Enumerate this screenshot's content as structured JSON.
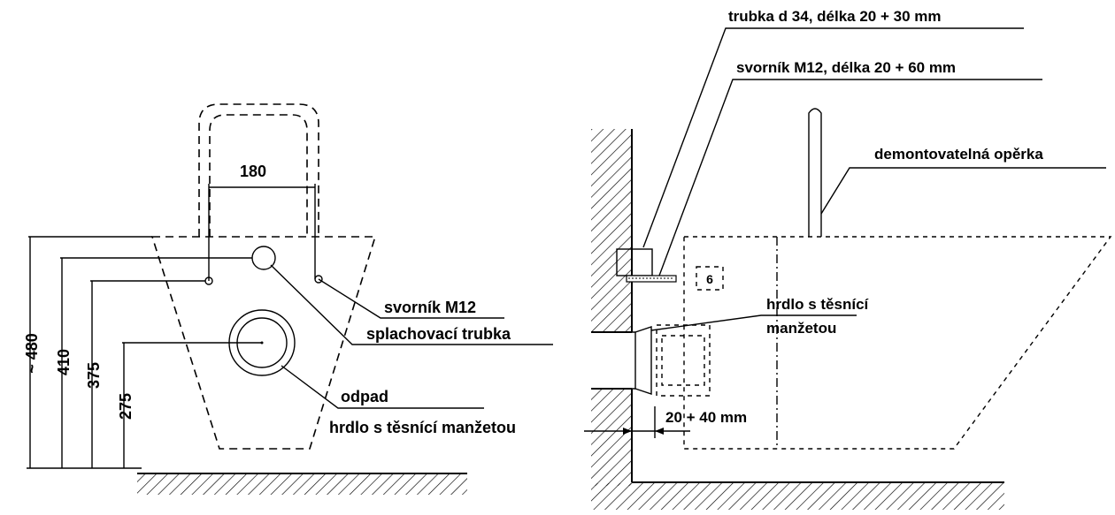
{
  "left_view": {
    "dim_width": "180",
    "dim_h1": "~ 480",
    "dim_h2": "410",
    "dim_h3": "375",
    "dim_h4": "275",
    "label_bolt": "svorník M12",
    "label_flush": "splachovací trubka",
    "label_waste": "odpad",
    "label_socket": "hrdlo s těsnící manžetou"
  },
  "right_view": {
    "label_tube": "trubka d 34, délka 20 + 30 mm",
    "label_bolt": "svorník M12, délka 20 + 60 mm",
    "label_backrest": "demontovatelná opěrka",
    "label_socket_line1": "hrdlo s těsnící",
    "label_socket_line2": "manžetou",
    "label_gap": "20 + 40  mm",
    "label_box": "6"
  }
}
